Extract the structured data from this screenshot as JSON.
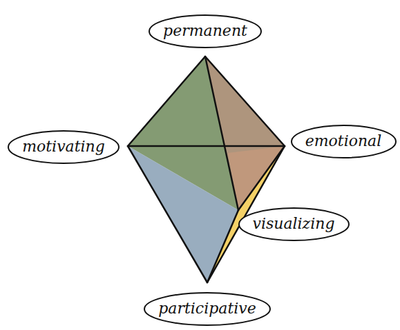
{
  "diagram": {
    "nodes": [
      {
        "text": [
          "permanent"
        ]
      },
      {
        "text": [
          "motivating"
        ]
      },
      {
        "text": [
          "emotional"
        ]
      },
      {
        "text": [
          "visualizing"
        ]
      },
      {
        "text": [
          "participative"
        ]
      }
    ]
  }
}
